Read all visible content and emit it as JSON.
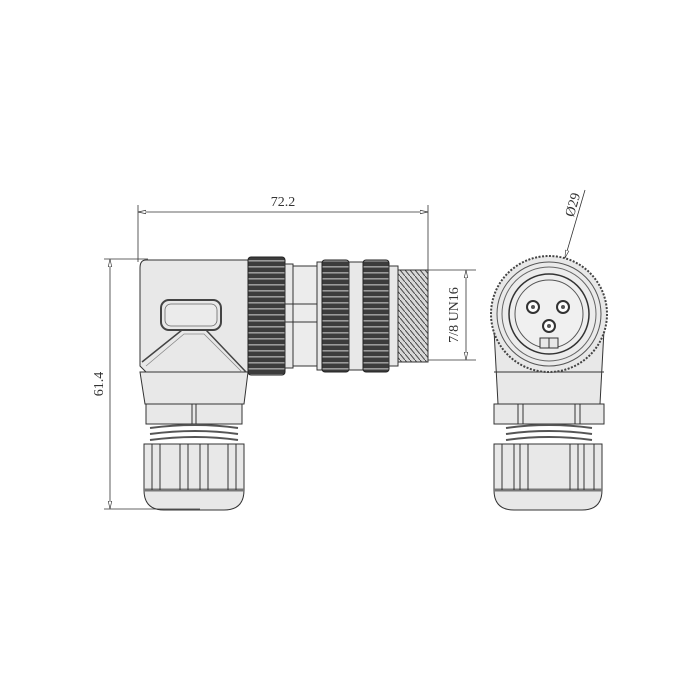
{
  "drawing": {
    "title": "Right-angle 7/8 connector technical drawing",
    "views": [
      "side-view",
      "front-view"
    ],
    "dimensions": {
      "overall_length": "72.2",
      "overall_height": "61.4",
      "thread": "7/8 UN16",
      "diameter": "Ø29"
    },
    "colors": {
      "body_fill": "#e8e8e8",
      "outline": "#333333",
      "knurl_dark": "#3a3a3a",
      "knurl_light": "#8c8c8c",
      "dim_line": "#333333"
    },
    "front_view": {
      "pin_count": 3
    }
  }
}
